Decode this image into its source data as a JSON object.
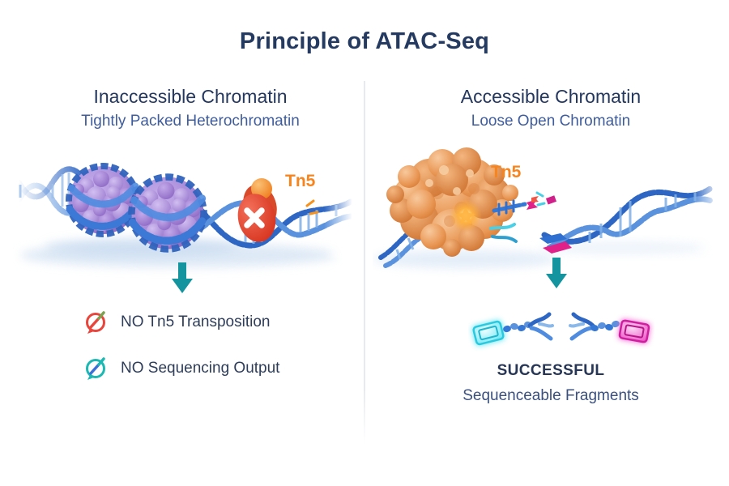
{
  "title": "Principle of ATAC-Seq",
  "left": {
    "heading": "Inaccessible Chromatin",
    "subheading": "Tightly Packed Heterochromatin",
    "tn5_label": "Tn5",
    "outcomes": [
      {
        "icon": "no-symbol-red-icon",
        "text": "NO Tn5 Transposition"
      },
      {
        "icon": "no-symbol-teal-icon",
        "text": "NO Sequencing Output"
      }
    ]
  },
  "right": {
    "heading": "Accessible Chromatin",
    "subheading": "Loose Open Chromatin",
    "tn5_label": "Tn5",
    "result_title": "SUCCESSFUL",
    "result_subtitle": "Sequenceable Fragments"
  },
  "colors": {
    "title_navy": "#253a60",
    "heading_navy": "#24375e",
    "subheading_blue": "#3f5c9c",
    "tn5_orange": "#f6851f",
    "arrow_teal": "#13949e",
    "no_symbol_red": "#e8463c",
    "no_symbol_teal": "#1db8b2",
    "dna_blue": "#2e66c4",
    "dna_blue_light": "#5b92dd",
    "nucleosome_purple": "#a98bd9",
    "enzyme_orange": "#e89552",
    "blocked_badge_red": "#db3420",
    "tag_cyan": "#41dced",
    "tag_magenta": "#e12fae"
  }
}
